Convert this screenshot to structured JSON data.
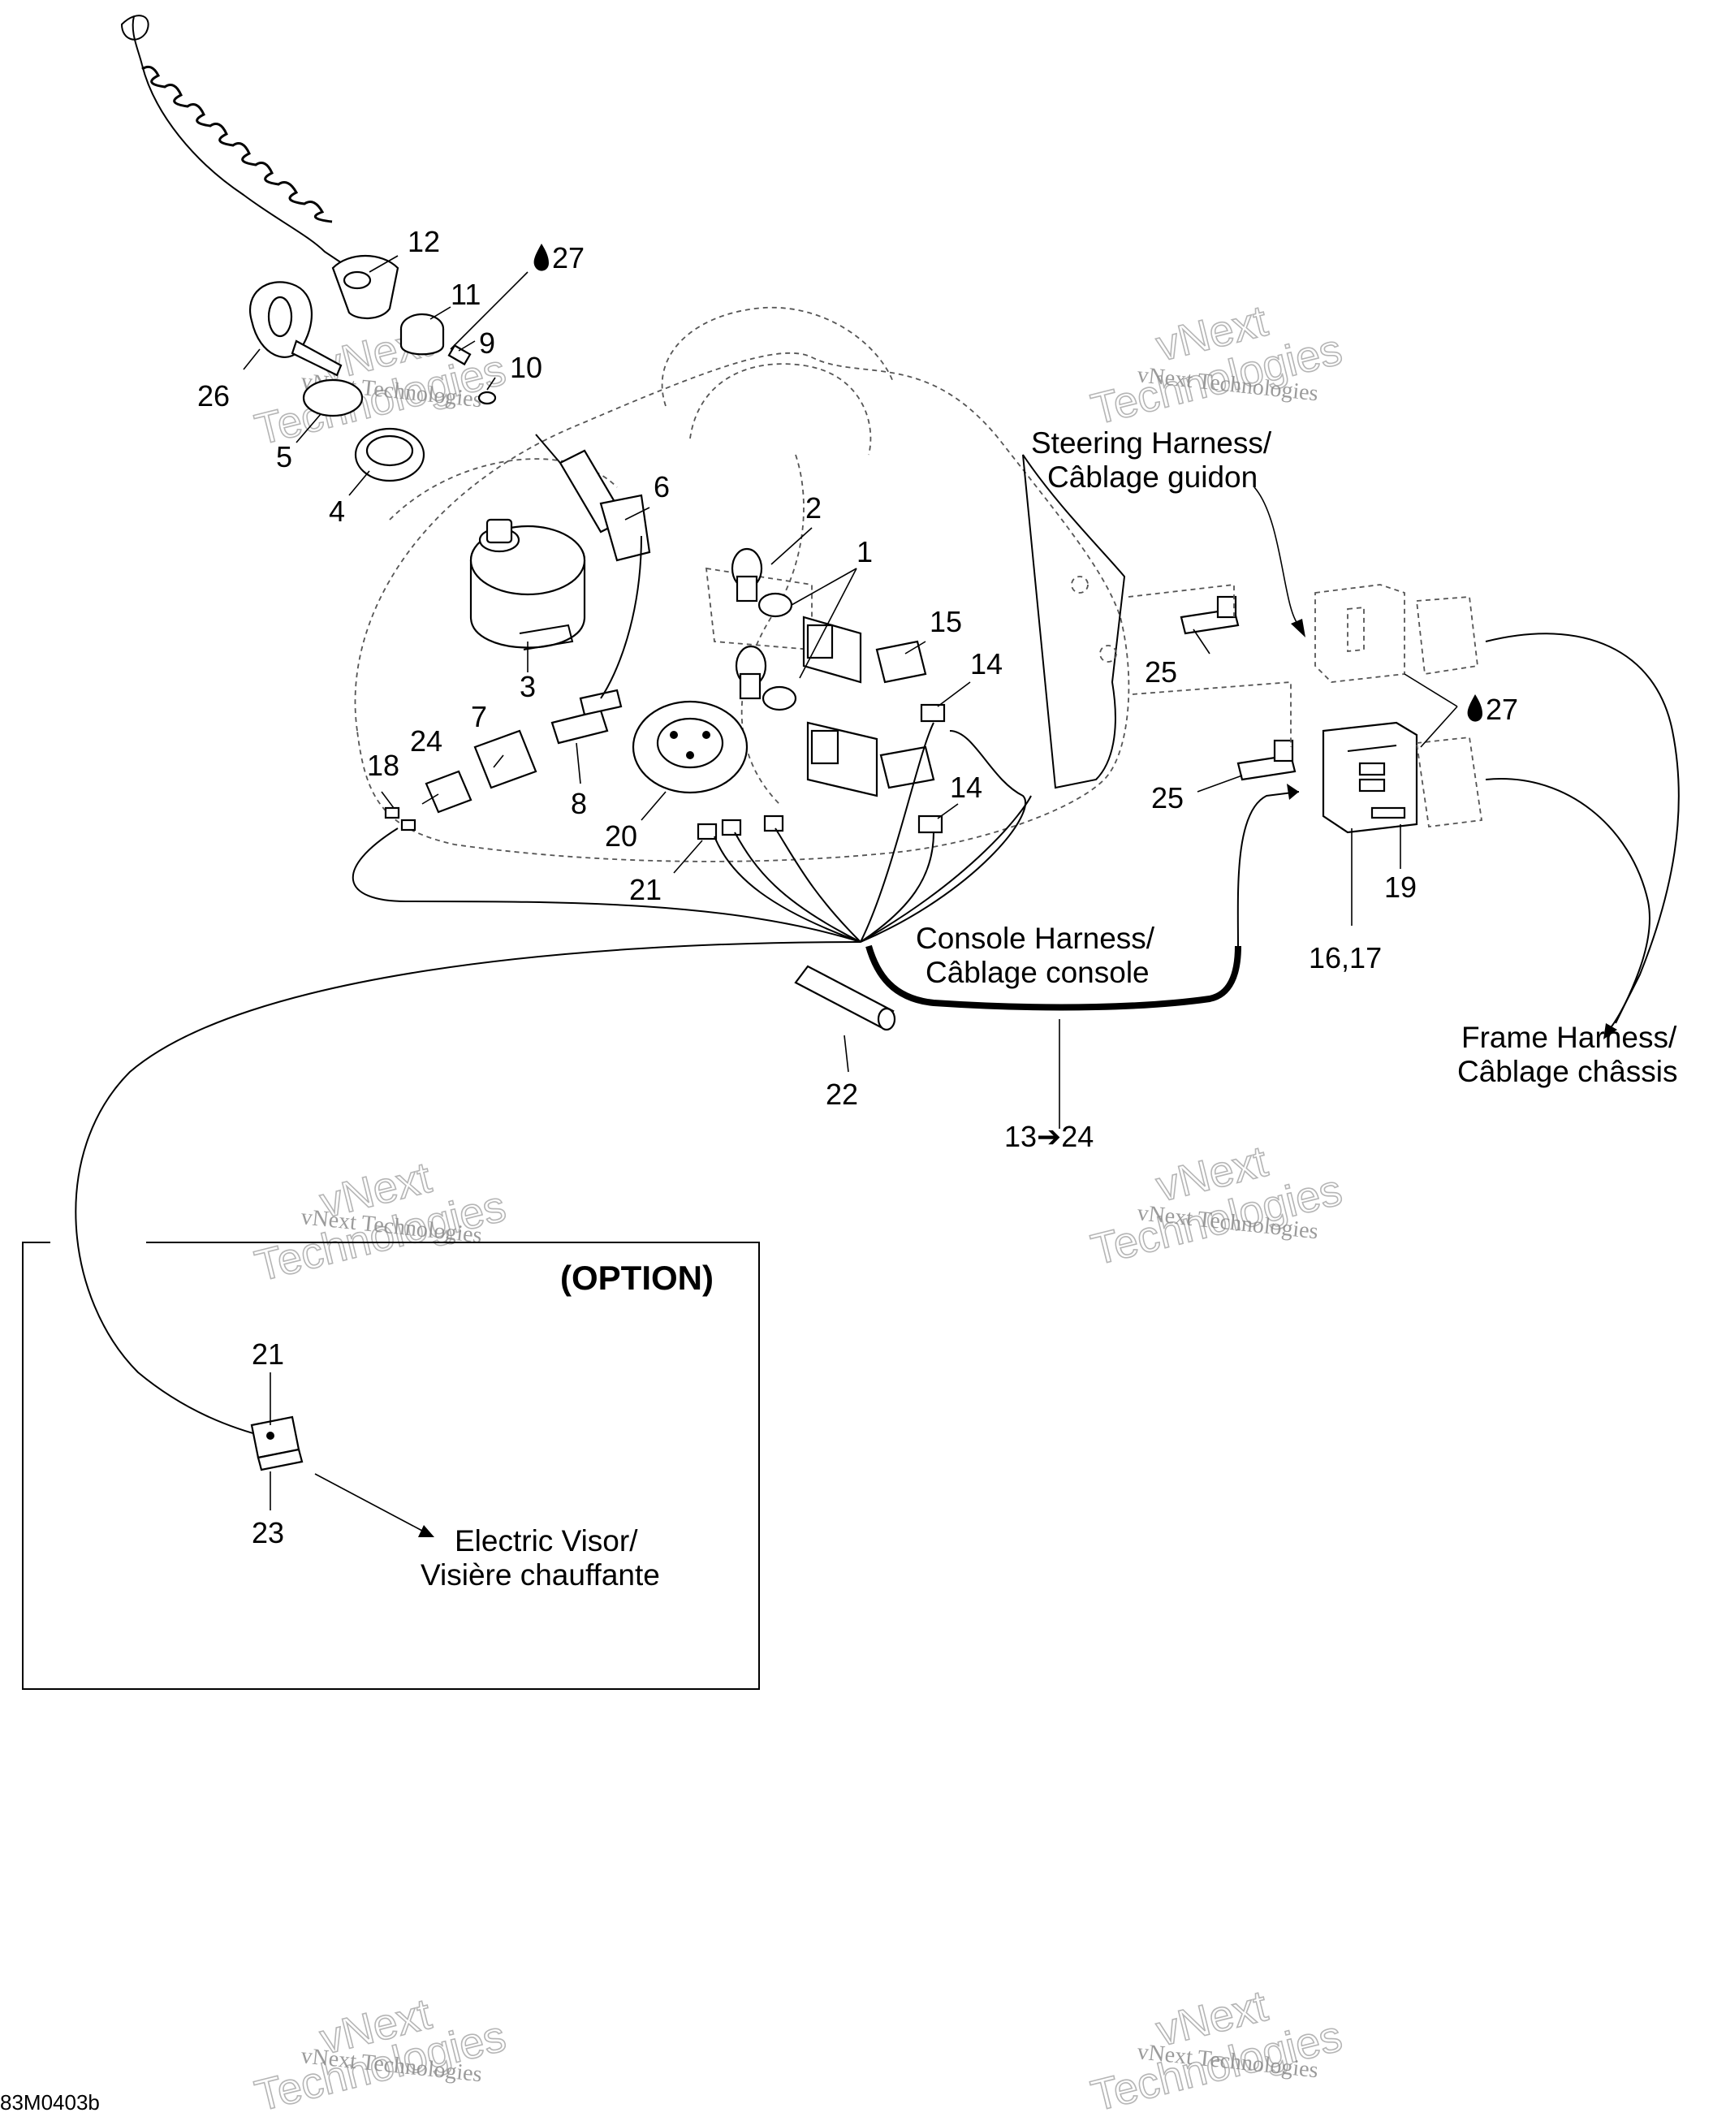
{
  "callouts": {
    "c1": "1",
    "c2": "2",
    "c3": "3",
    "c4": "4",
    "c5": "5",
    "c6": "6",
    "c7": "7",
    "c8": "8",
    "c9": "9",
    "c10": "10",
    "c11": "11",
    "c12": "12",
    "c14a": "14",
    "c14b": "14",
    "c15": "15",
    "c18": "18",
    "c19": "19",
    "c20": "20",
    "c21a": "21",
    "c21b": "21",
    "c22": "22",
    "c23": "23",
    "c24": "24",
    "c25a": "25",
    "c25b": "25",
    "c26": "26",
    "c27a": "27",
    "c27b": "27",
    "c1617": "16,17",
    "c1324": "13➔24"
  },
  "labels": {
    "steering_1": "Steering Harness/",
    "steering_2": "Câblage guidon",
    "console_1": "Console Harness/",
    "console_2": "Câblage console",
    "frame_1": "Frame Harness/",
    "frame_2": "Câblage châssis",
    "visor_1": "Electric Visor/",
    "visor_2": "Visière chauffante",
    "option": "(OPTION)"
  },
  "watermark": {
    "line1": "vNext Technologies",
    "line2": "vNext",
    "line3": "Technologies"
  },
  "reference": "83M0403b"
}
